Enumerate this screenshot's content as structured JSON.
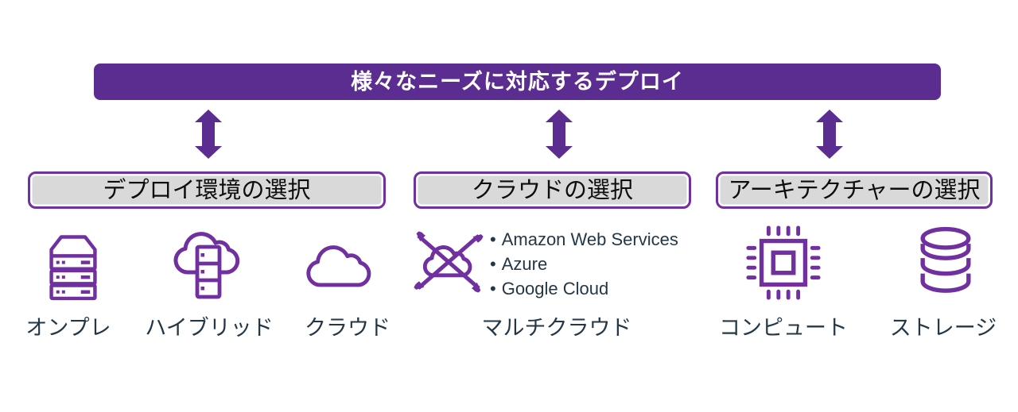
{
  "title_bar": {
    "text": "様々なニーズに対応するデプロイ"
  },
  "colors": {
    "header_purple": "#5C2D91",
    "icon_purple": "#7030A0",
    "box_fill": "#D9D9D9",
    "dark_label": "#243746"
  },
  "bullet_char": "•",
  "columns": [
    {
      "box_label": "デプロイ環境の選択",
      "items": [
        {
          "icon": "server-icon",
          "label": "オンプレ"
        },
        {
          "icon": "hybrid-cloud-icon",
          "label": "ハイブリッド"
        },
        {
          "icon": "cloud-icon",
          "label": "クラウド"
        }
      ]
    },
    {
      "box_label": "クラウドの選択",
      "items": [
        {
          "icon": "multi-cloud-icon",
          "label": "マルチクラウド"
        }
      ],
      "bullets": [
        "Amazon Web Services",
        "Azure",
        "Google Cloud"
      ]
    },
    {
      "box_label": "アーキテクチャーの選択",
      "items": [
        {
          "icon": "cpu-chip-icon",
          "label": "コンピュート"
        },
        {
          "icon": "database-icon",
          "label": "ストレージ"
        }
      ]
    }
  ]
}
